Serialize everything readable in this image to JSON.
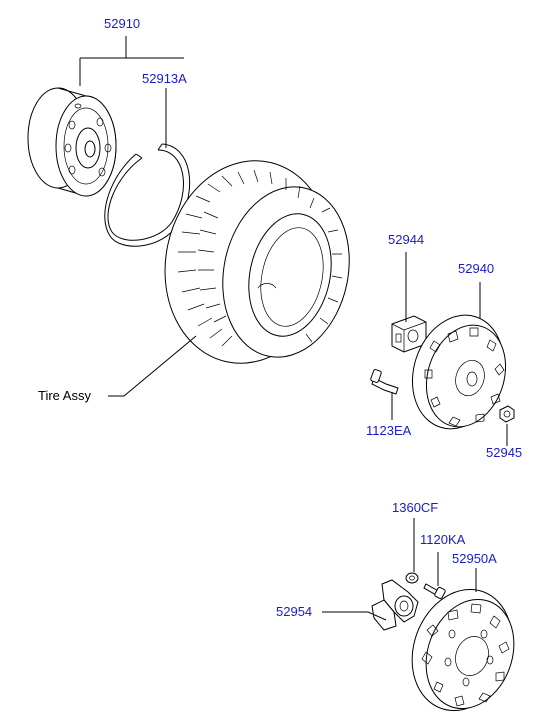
{
  "labels": {
    "rim": "52910",
    "rim_ring": "52913A",
    "tire_assy": "Tire Assy",
    "wheel_cap_clip": "52944",
    "wheel_cap": "52940",
    "cap_bolt": "1123EA",
    "cap_nut": "52945",
    "washer": "1360CF",
    "bolt": "1120KA",
    "wheel_cover": "52950A",
    "bracket": "52954"
  },
  "colors": {
    "part_number": "#1a1acc",
    "text": "#000000",
    "line": "#000000"
  }
}
